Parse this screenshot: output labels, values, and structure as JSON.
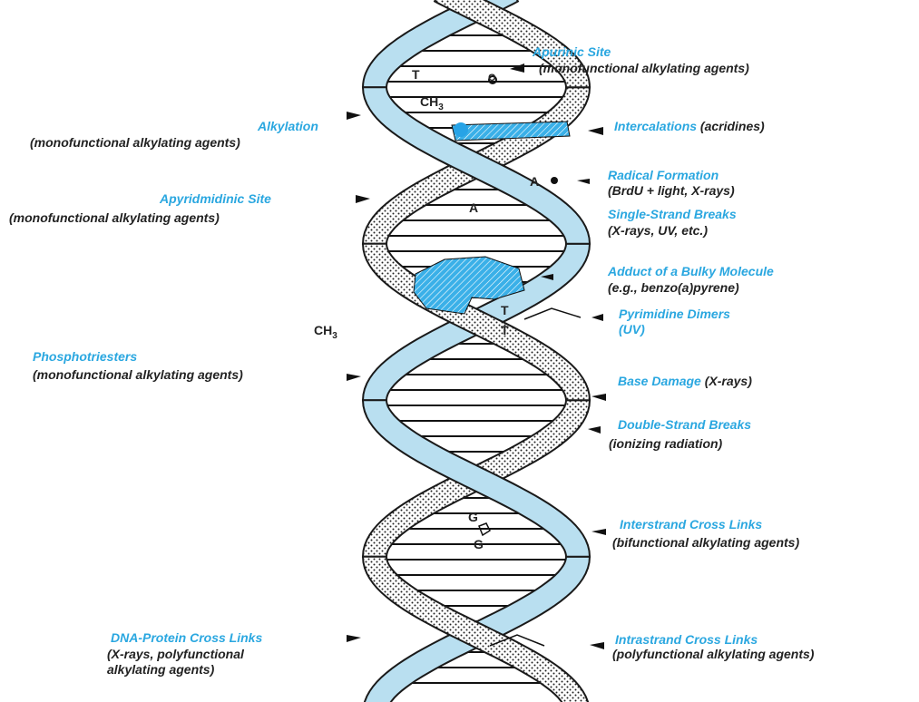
{
  "colors": {
    "label_blue": "#2aa7e0",
    "strand_fill": "#b9dff0",
    "outline": "#1a1a1a",
    "lesion_blue": "#3ab0e8"
  },
  "right_labels": [
    {
      "title": "Apurinic Site",
      "detail": "(monofunctional alkylating agents)"
    },
    {
      "title": "Intercalations",
      "detail": "(acridines)"
    },
    {
      "title": "Radical Formation",
      "detail": "(BrdU + light, X-rays)"
    },
    {
      "title": "Single-Strand Breaks",
      "detail": "(X-rays, UV, etc.)"
    },
    {
      "title": "Adduct of a Bulky Molecule",
      "detail": "(e.g., benzo(a)pyrene)"
    },
    {
      "title": "Pyrimidine Dimers",
      "detail": "(UV)"
    },
    {
      "title": "Base Damage",
      "detail": "(X-rays)"
    },
    {
      "title": "Double-Strand Breaks",
      "detail": "(ionizing radiation)"
    },
    {
      "title": "Interstrand Cross Links",
      "detail": "(bifunctional alkylating agents)"
    },
    {
      "title": "Intrastrand Cross Links",
      "detail": "(polyfunctional alkylating agents)"
    }
  ],
  "left_labels": [
    {
      "title": "Alkylation",
      "detail": "(monofunctional alkylating agents)"
    },
    {
      "title": "Apyridmidinic Site",
      "detail": "(monofunctional alkylating agents)"
    },
    {
      "title": "Phosphotriesters",
      "detail": "(monofunctional alkylating agents)"
    },
    {
      "title": "DNA-Protein Cross Links",
      "detail1": "(X-rays, polyfunctional",
      "detail2": "alkylating agents)"
    }
  ],
  "bases": {
    "t1": "T",
    "o": "O",
    "ch3_top": "CH",
    "ch3_sub": "3",
    "a1": "A",
    "a2": "A",
    "t2": "T",
    "t3": "T",
    "ch3_mid": "CH",
    "g1": "G",
    "g2": "G"
  }
}
